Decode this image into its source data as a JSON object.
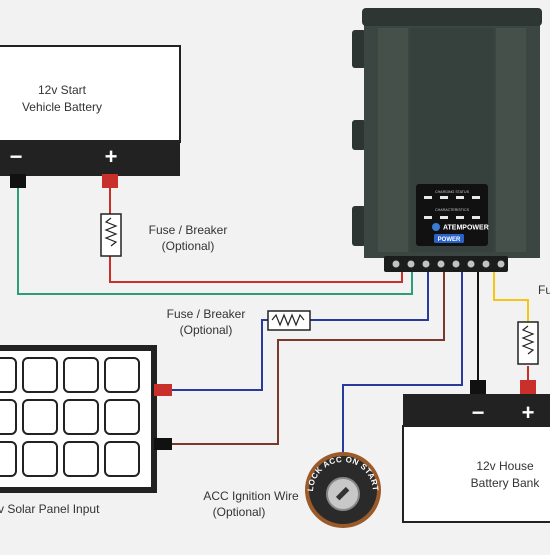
{
  "start_battery": {
    "line1": "12v Start",
    "line2": "Vehicle Battery",
    "neg": "−",
    "pos": "+"
  },
  "house_battery": {
    "line1": "12v House",
    "line2": "Battery Bank",
    "neg": "−",
    "pos": "+"
  },
  "fuse_start": {
    "line1": "Fuse / Breaker",
    "line2": "(Optional)"
  },
  "fuse_solar": {
    "line1": "Fuse / Breaker",
    "line2": "(Optional)"
  },
  "fuse_house": {
    "line1": "Fu"
  },
  "solar": {
    "label": "v Solar Panel Input"
  },
  "acc": {
    "line1": "ACC Ignition Wire",
    "line2": "(Optional)"
  },
  "ignition": {
    "text": "LOCK ACC ON START"
  },
  "charger": {
    "brand": "ATEMPOWER",
    "power": "POWER",
    "status_title": "CHARGING STATUS",
    "characteristics": "CHARACTERISTICS"
  },
  "colors": {
    "red": "#c9302c",
    "blue": "#2a3a9c",
    "brown": "#7a3a2a",
    "green": "#2f9c7a",
    "yellow": "#f5c518",
    "battery_outline": "#222222",
    "device_body": "#3b4541"
  }
}
